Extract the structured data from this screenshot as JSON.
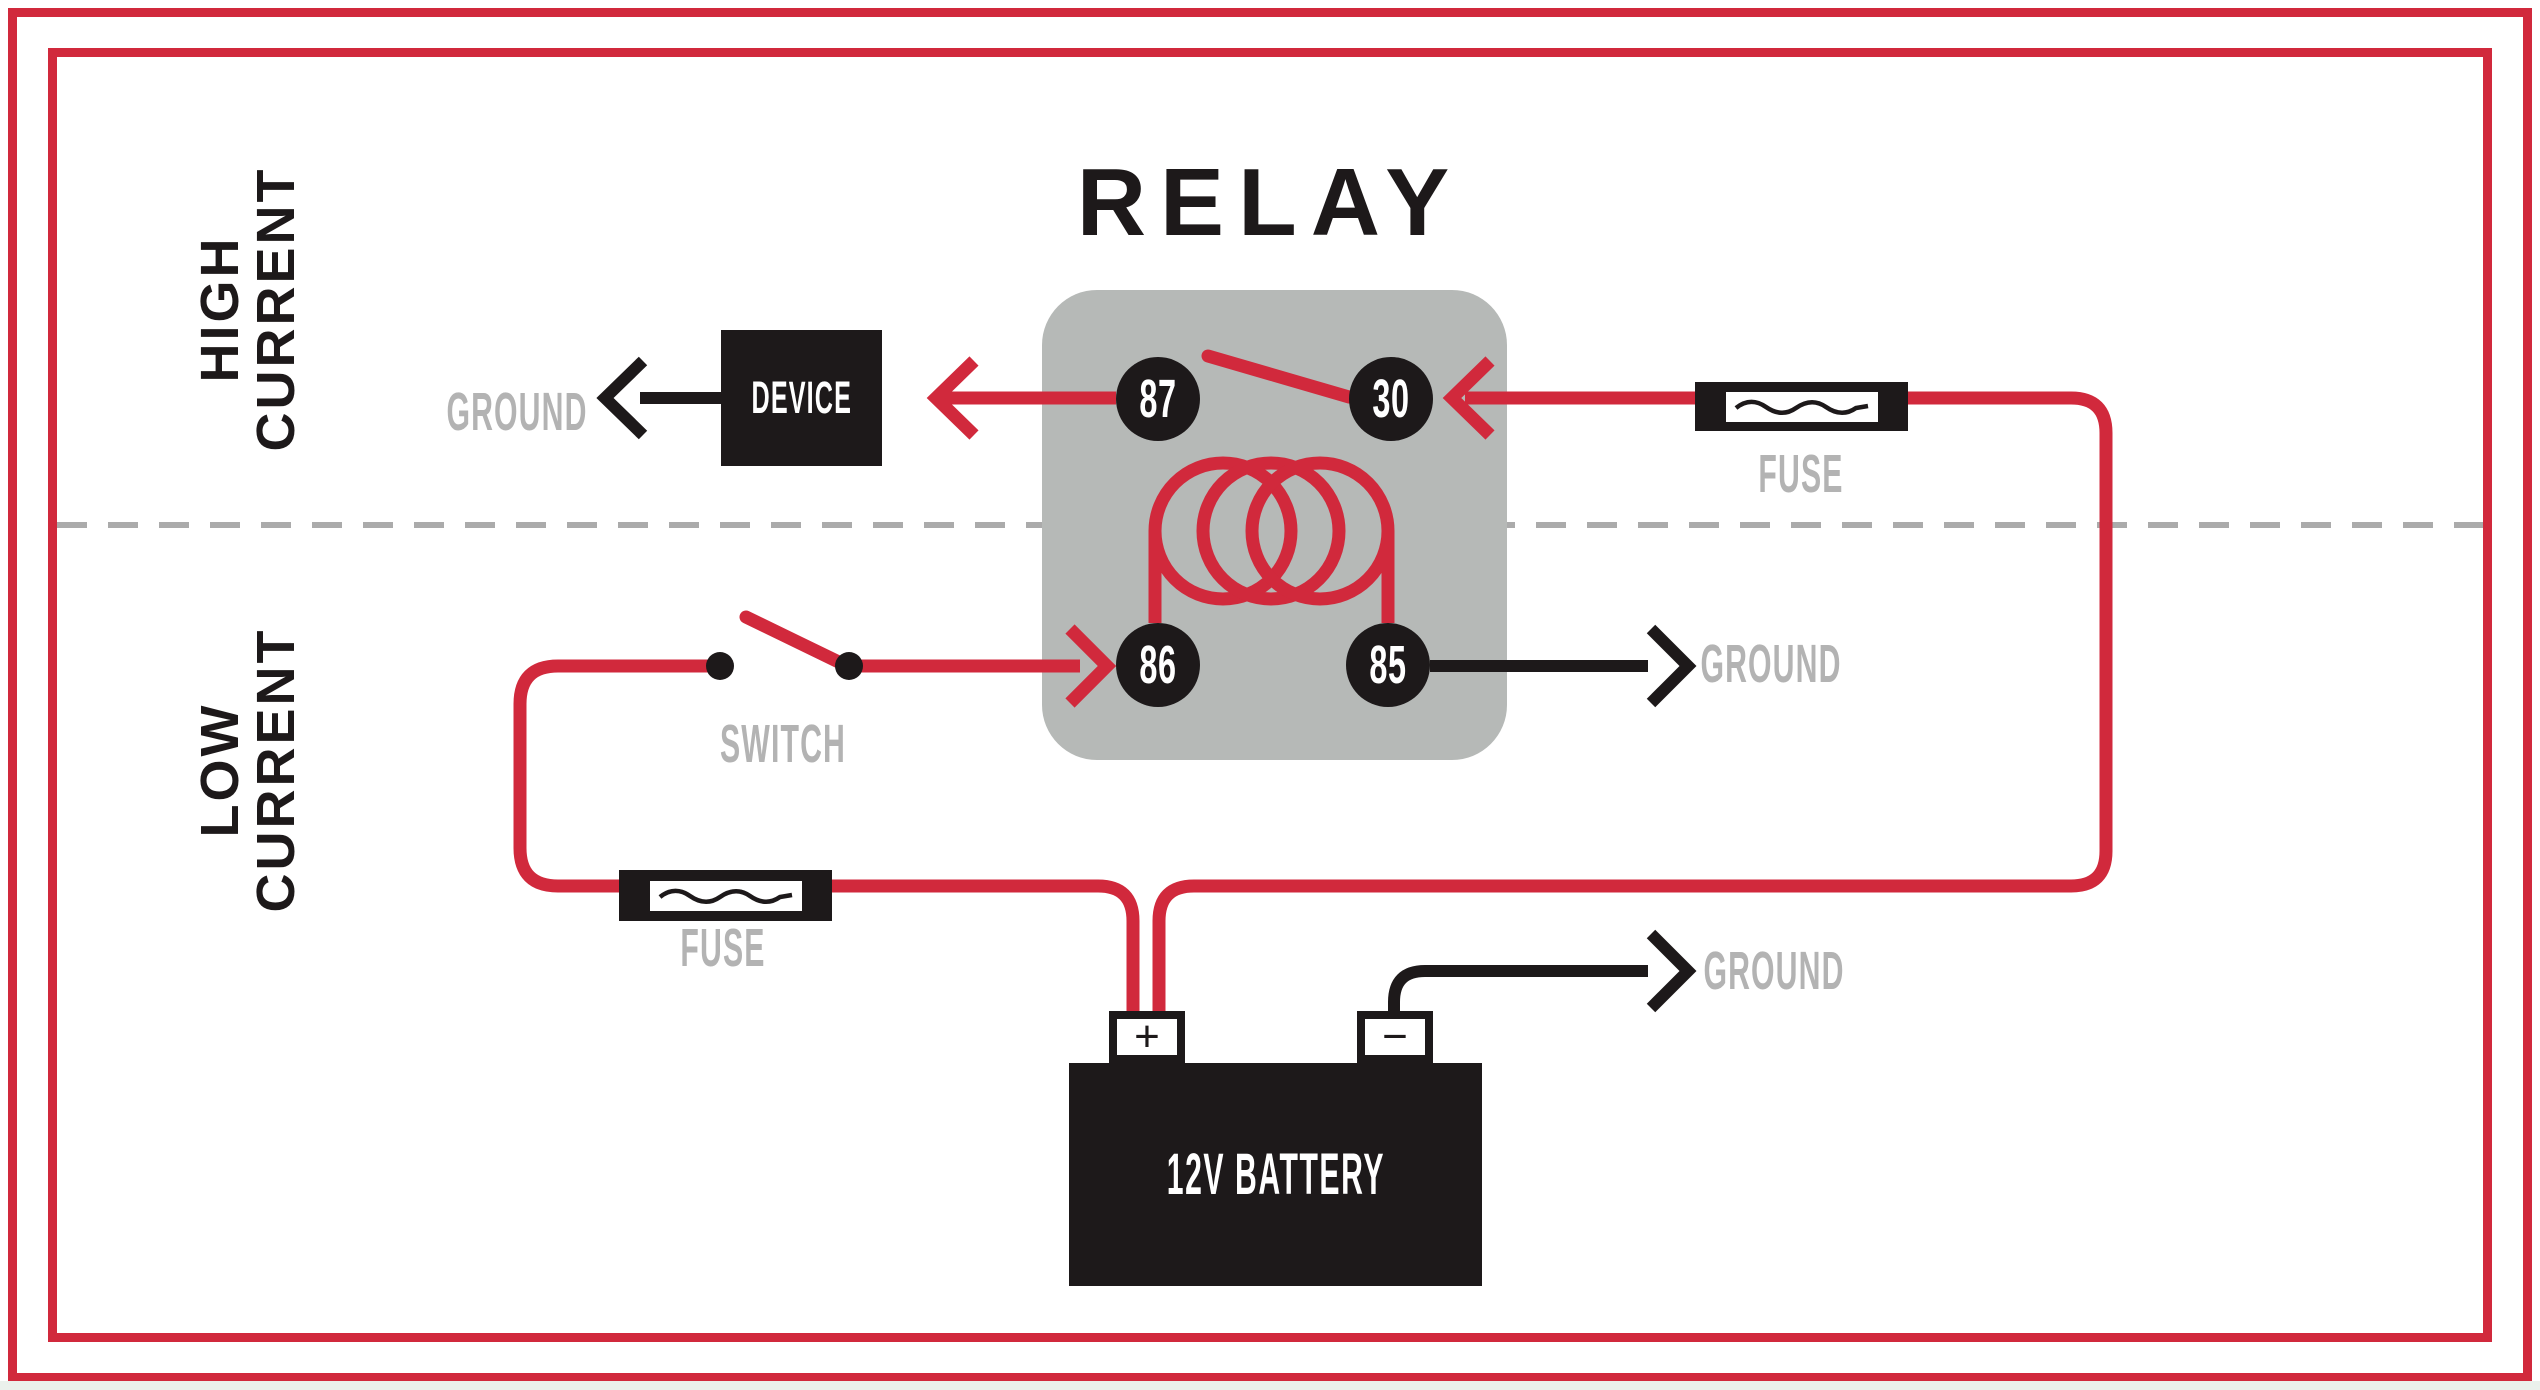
{
  "colors": {
    "red": "#d1293c",
    "ink": "#1d191a",
    "gray_box": "#b6b9b7",
    "gray_text": "#b3b3b3",
    "dash": "#ababab",
    "bg": "#ffffff",
    "tint": "#ebf1ec"
  },
  "title": "RELAY",
  "sections": {
    "high": {
      "line1": "HIGH",
      "line2": "CURRENT"
    },
    "low": {
      "line1": "LOW",
      "line2": "CURRENT"
    }
  },
  "relay": {
    "pins": {
      "p87": "87",
      "p30": "30",
      "p86": "86",
      "p85": "85"
    }
  },
  "labels": {
    "device": "DEVICE",
    "switch": "SWITCH",
    "fuse_top": "FUSE",
    "fuse_bottom": "FUSE",
    "ground_device": "GROUND",
    "ground_relay": "GROUND",
    "ground_battery": "GROUND",
    "battery": "12V BATTERY",
    "battery_plus": "+",
    "battery_minus": "−"
  }
}
